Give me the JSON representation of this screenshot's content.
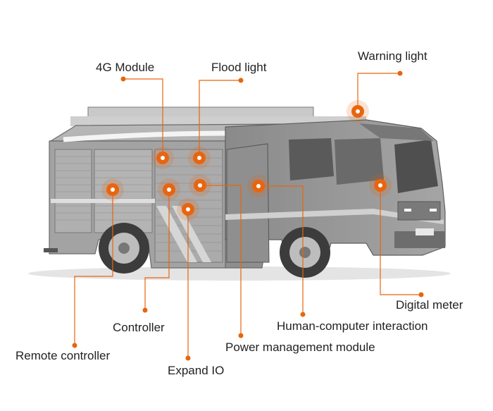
{
  "accent_color": "#E8650F",
  "truck_color": "#9a9a9a",
  "callouts": [
    {
      "id": "4g-module",
      "label": "4G Module"
    },
    {
      "id": "flood-light",
      "label": "Flood light"
    },
    {
      "id": "warning-light",
      "label": "Warning light"
    },
    {
      "id": "digital-meter",
      "label": "Digital meter"
    },
    {
      "id": "human-computer-interaction",
      "label": "Human-computer interaction"
    },
    {
      "id": "power-management-module",
      "label": "Power management module"
    },
    {
      "id": "expand-io",
      "label": "Expand IO"
    },
    {
      "id": "controller",
      "label": "Controller"
    },
    {
      "id": "remote-controller",
      "label": "Remote controller"
    }
  ]
}
